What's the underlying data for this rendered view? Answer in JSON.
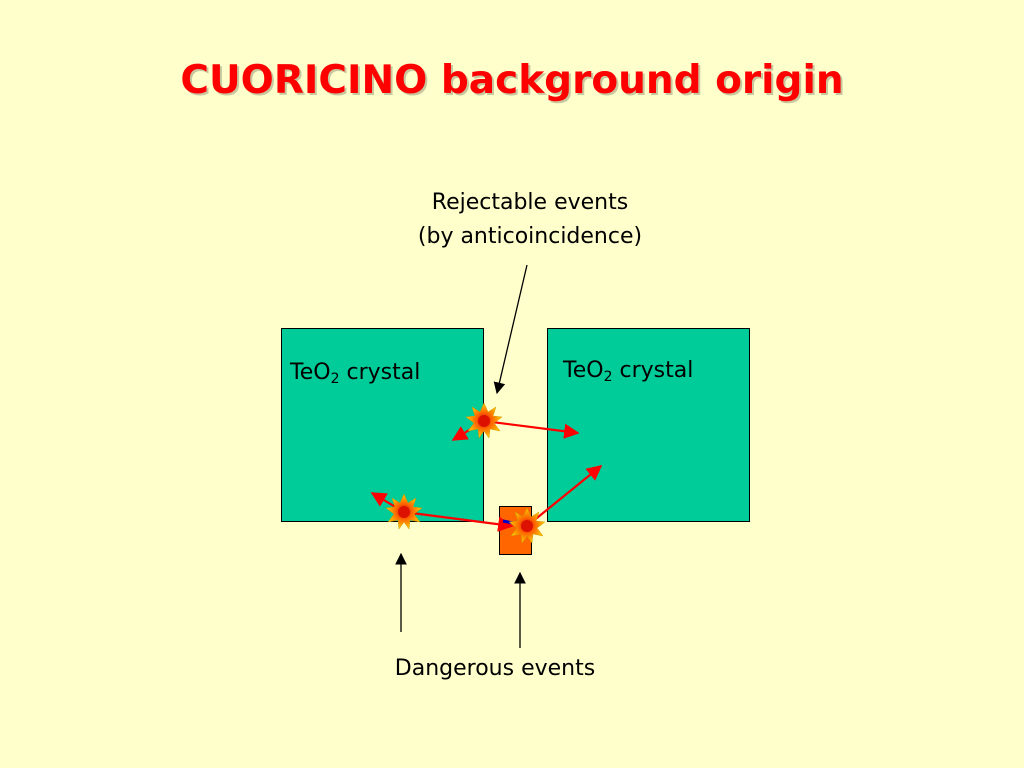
{
  "title": "CUORICINO background origin",
  "rejectable": {
    "line1": "Rejectable events",
    "line2": "(by anticoincidence)"
  },
  "crystal_left": {
    "formula": "TeO",
    "subscript": "2",
    "word": "crystal"
  },
  "crystal_right": {
    "formula": "TeO",
    "subscript": "2",
    "word": "crystal"
  },
  "dangerous": "Dangerous events",
  "colors": {
    "background": "#ffffcc",
    "title": "#ff0000",
    "crystal": "#00cc99",
    "source": "#ff6600",
    "track": "#ff0000"
  },
  "icons": [
    "burst-icon",
    "arrow-icon"
  ]
}
